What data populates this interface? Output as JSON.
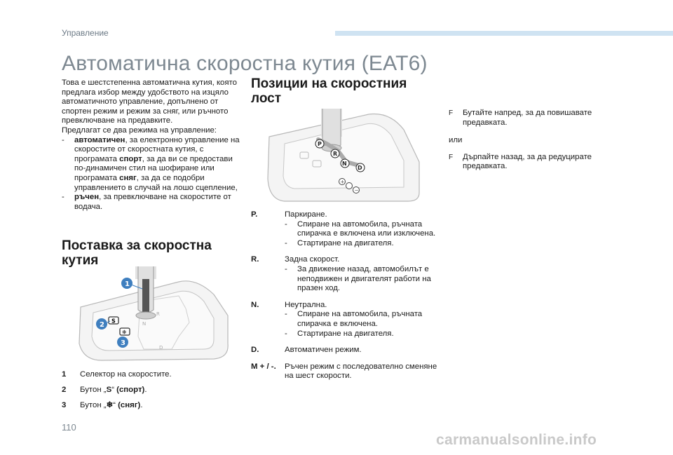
{
  "header": {
    "section": "Управление"
  },
  "title": "Автоматична скоростна кутия (EAT6)",
  "intro": {
    "paragraph1": "Това е шестстепенна автоматична кутия, която предлага избор между удобството на изцяло автоматичното управление, допълнено от спортен режим и режим за сняг, или ръчното превключване на предавките.",
    "paragraph2": "Предлагат се два режима на управление:",
    "mode1_bold": "автоматичен",
    "mode1_text_a": ", за електронно управление на скоростите от скоростната кутия, с програмата ",
    "mode1_bold2": "спорт",
    "mode1_text_b": ", за да ви се предостави по-динамичен стил на шофиране или програмата ",
    "mode1_bold3": "сняг",
    "mode1_text_c": ", за да се подобри управлението в случай на лошо сцепление,",
    "mode2_bold": "ръчен",
    "mode2_text": ", за превключване на скоростите от водача.",
    "dash": "-"
  },
  "setup": {
    "title": "Поставка за скоростна кутия",
    "legend": [
      {
        "num": "1",
        "text": "Селектор на скоростите."
      },
      {
        "num": "2",
        "text_a": "Бутон „",
        "bold": "S",
        "text_b": "“ ",
        "bold2": "(спорт)",
        "text_c": "."
      },
      {
        "num": "3",
        "text_a": "Бутон „",
        "bold": "❄",
        "text_b": "“ ",
        "bold2": "(сняг)",
        "text_c": "."
      }
    ]
  },
  "positions": {
    "title": "Позиции на скоростния лост",
    "items": [
      {
        "key": "P.",
        "label": "Паркиране.",
        "subs": [
          "Спиране на автомобила, ръчната спирачка е включена или изключена.",
          "Стартиране на двигателя."
        ]
      },
      {
        "key": "R.",
        "label": "Задна скорост.",
        "subs": [
          "За движение назад, автомобилът е неподвижен и двигателят работи на празен ход."
        ]
      },
      {
        "key": "N.",
        "label": "Неутрална.",
        "subs": [
          "Спиране на автомобила, ръчната спирачка е включена.",
          "Стартиране на двигателя."
        ]
      },
      {
        "key": "D.",
        "label": "Автоматичен режим.",
        "subs": []
      },
      {
        "key": "M + / -.",
        "label": "Ръчен режим с последователно сменяне на шест скорости.",
        "subs": []
      }
    ]
  },
  "manual": {
    "bullet1": "Бутайте напред, за да повишавате предавката.",
    "or": "или",
    "bullet2": "Дърпайте назад, за да редуцирате предавката.",
    "bullet_glyph": "F"
  },
  "diagram_labels": {
    "one": "1",
    "two": "2",
    "three": "3",
    "S": "S",
    "P": "P",
    "R": "R",
    "N": "N",
    "D": "D",
    "plus": "+",
    "minus": "−"
  },
  "colors": {
    "callout": "#3f7fbf",
    "title": "#7d8891",
    "bar": "#cfe3f2"
  },
  "page_number": "110",
  "watermark": "carmanualsonline.info"
}
